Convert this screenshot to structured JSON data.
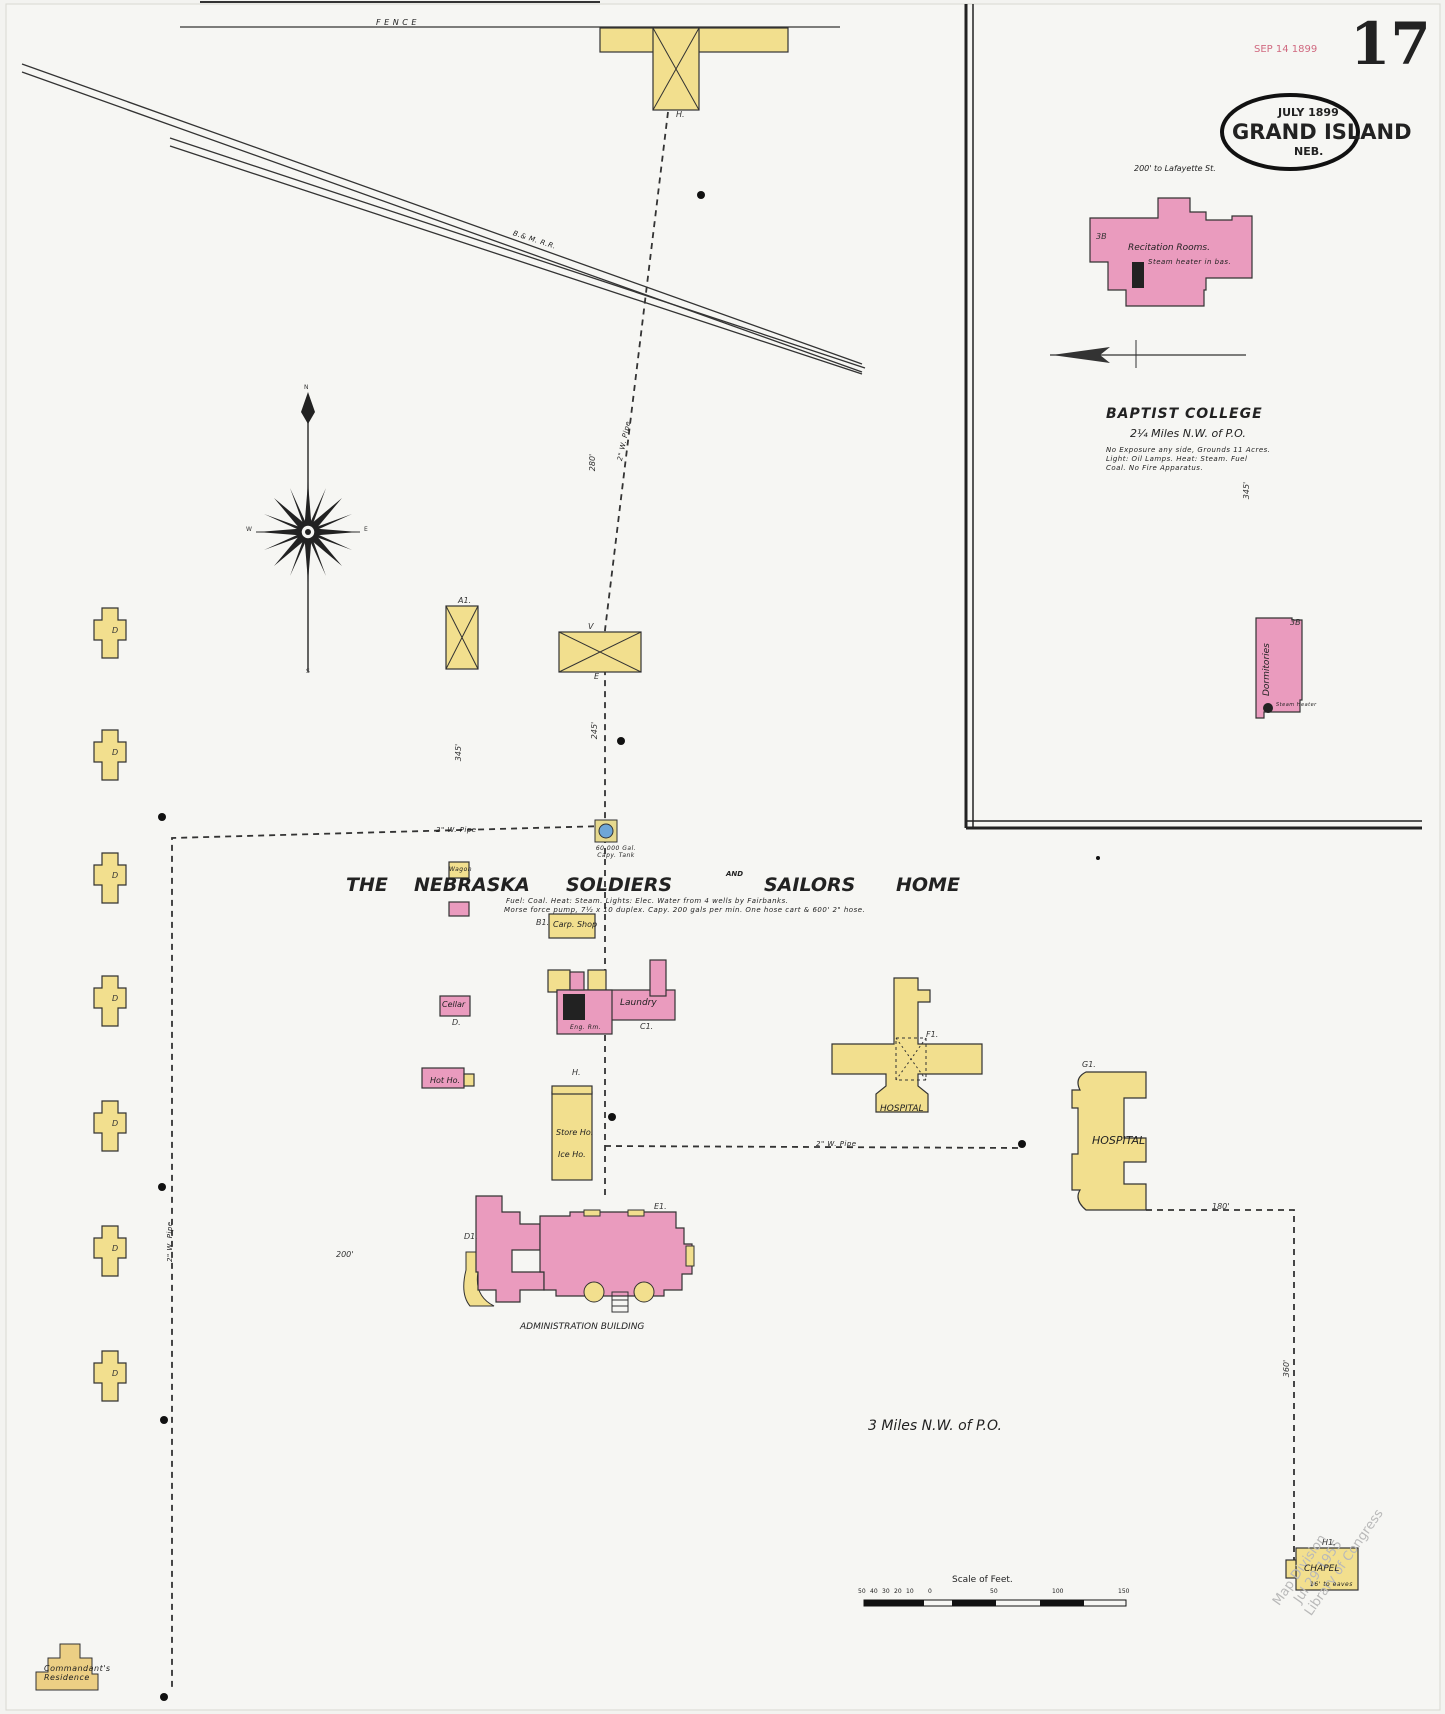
{
  "sheet": {
    "number": "17",
    "stamp": "SEP 14 1899",
    "date": "JULY 1899",
    "city": "GRAND ISLAND",
    "state": "NEB.",
    "library_stamp": [
      "Map Division",
      "Jul 29 1955",
      "Library of Congress"
    ]
  },
  "inset": {
    "street_ref": "200' to Lafayette St.",
    "building_recitation": "Recitation Rooms.",
    "steam_heater_note": "Steam heater in bas.",
    "dormitories": "Dormitories",
    "steam_heater": "Steam Heater",
    "stories_recitation": "3B",
    "stories_dorm": "3B",
    "title": "BAPTIST COLLEGE",
    "distance": "2¼ Miles N.W. of P.O.",
    "notes": [
      "No Exposure any side, Grounds 11 Acres.",
      "Light: Oil Lamps.   Heat: Steam.   Fuel",
      "Coal.   No Fire Apparatus."
    ],
    "dimension": "345'"
  },
  "main": {
    "title_parts": [
      "THE",
      "NEBRASKA",
      "SOLDIERS",
      "AND",
      "SAILORS",
      "HOME"
    ],
    "notes": [
      "Fuel: Coal.  Heat: Steam.  Lights: Elec.  Water from 4 wells by Fairbanks.",
      "Morse force pump, 7½ x 10 duplex. Capy. 200 gals per min.  One hose cart & 600' 2\" hose."
    ],
    "distance": "3 Miles N.W. of P.O.",
    "fence": "F E N C E",
    "railroad": "B.& M. R.R.",
    "pipe_label": "2\" W. Pipe",
    "compass": [
      "N",
      "E",
      "S",
      "W"
    ],
    "scale_title": "Scale of Feet.",
    "scale_ticks": [
      "50",
      "40",
      "30",
      "20",
      "10",
      "0",
      "50",
      "100",
      "150"
    ],
    "tank_label": "60,000 Gal. Capy. Tank",
    "buildings": {
      "cars_shop": "Carp. Shop",
      "laundry": "Laundry",
      "cellar": "Cellar",
      "hot_ho": "Hot Ho.",
      "store_ho": "Store Ho.",
      "ice_ho": "Ice Ho.",
      "hospital_1": "HOSPITAL",
      "hospital_2": "HOSPITAL",
      "admin": "ADMINISTRATION BUILDING",
      "chapel": "CHAPEL",
      "chapel_note": "16' to eaves",
      "commandant": "Commandant's Residence",
      "wagon": "Wagon",
      "eng": "Eng. Rm."
    },
    "dwelling_labels": [
      "D",
      "D",
      "D",
      "D",
      "D",
      "D",
      "D"
    ],
    "dims": [
      "280'",
      "345'",
      "245'",
      "200'",
      "180'",
      "360'"
    ],
    "block_labels": [
      "H.",
      "A1.",
      "V",
      "E",
      "B1.",
      "C1.",
      "D.",
      "H.",
      "F1.",
      "G1.",
      "D1.",
      "E1.",
      "H1."
    ]
  }
}
